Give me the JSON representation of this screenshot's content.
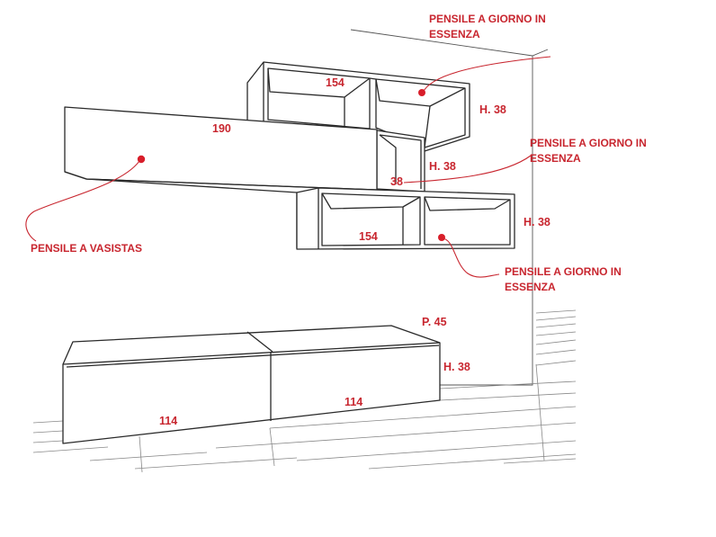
{
  "dimensions": {
    "top_open_width": "154",
    "top_open_height": "H. 38",
    "flap_width": "190",
    "middle_open_depth": "38",
    "middle_open_height": "H. 38",
    "bottom_open_width": "154",
    "bottom_open_height": "H. 38",
    "base_depth": "P. 45",
    "base_height": "H. 38",
    "base_left_width": "114",
    "base_right_width": "114"
  },
  "callouts": {
    "top_line1": "PENSILE A GIORNO IN",
    "top_line2": "ESSENZA",
    "middle_line1": "PENSILE A GIORNO IN",
    "middle_line2": "ESSENZA",
    "flap": "PENSILE A VASISTAS",
    "bottom_line1": "PENSILE A GIORNO IN",
    "bottom_line2": "ESSENZA"
  },
  "colors": {
    "annotation": "#c8262f",
    "line": "#2a2a2a",
    "background": "#ffffff"
  }
}
